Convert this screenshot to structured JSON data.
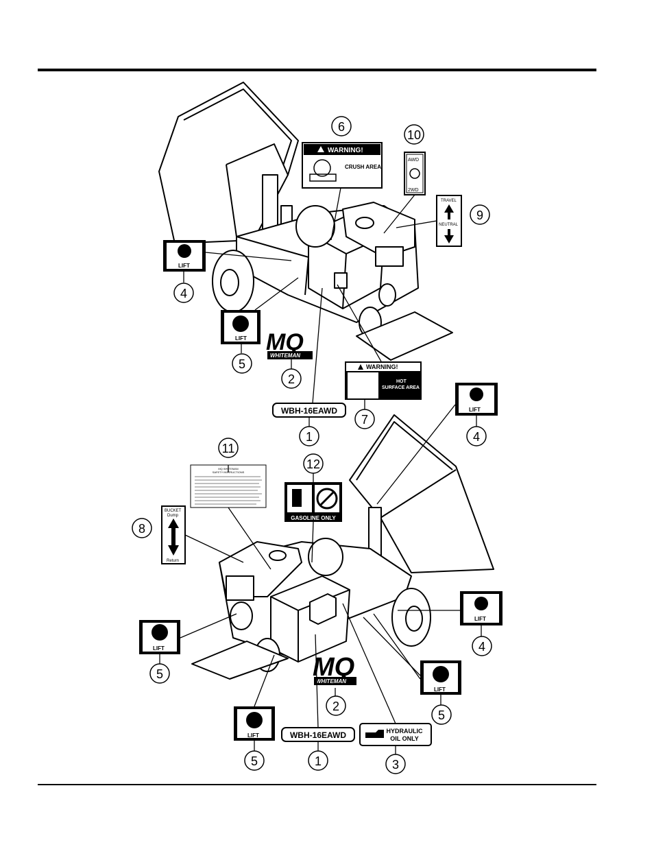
{
  "callouts": [
    "1",
    "2",
    "3",
    "4",
    "5",
    "6",
    "7",
    "8",
    "9",
    "10",
    "11",
    "12"
  ],
  "decals": {
    "model": "WBH-16EAWD",
    "warning_header": "WARNING!",
    "crush_area": "CRUSH AREA",
    "hot_surface_line1": "HOT",
    "hot_surface_line2": "SURFACE AREA",
    "lift": "LIFT",
    "awd": "AWD",
    "twowd": "2WD",
    "travel": "TRAVEL",
    "neutral": "NEUTRAL",
    "bucket": "BUCKET",
    "dump": "Dump",
    "return": "Return",
    "gasoline_only": "GASOLINE ONLY",
    "hydraulic_line1": "HYDRAULIC",
    "hydraulic_line2": "OIL ONLY",
    "mq_logo": "MQ",
    "whiteman": "WHITEMAN",
    "safety_title": "MQ WHITEMAN",
    "safety_subtitle": "SAFETY INSTRUCTIONS"
  }
}
